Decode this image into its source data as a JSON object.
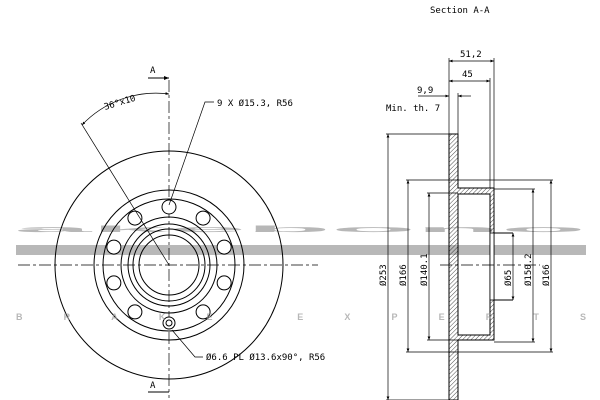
{
  "watermark": {
    "logo": "akebono",
    "tagline": "BRAKE EXPERTS"
  },
  "front_view": {
    "section_marker_top": "A",
    "section_marker_bottom": "A",
    "angle_label": "36°x10",
    "bolt_holes_callout": "9 X Ø15.3, R56",
    "screw_hole_callout": "Ø6.6 PL Ø13.6x90°, R56"
  },
  "section_view": {
    "title": "Section A-A",
    "dims": {
      "total_height": "51,2",
      "hat_height": "45",
      "thickness": "9,9",
      "min_thickness": "Min. th. 7",
      "outer_diameter": "Ø253",
      "hat_diameter_left": "Ø166",
      "inner_diameter": "Ø140.1",
      "center_bore": "Ø65",
      "hat_inner_diameter": "Ø150.2",
      "hat_diameter_right": "Ø166"
    }
  }
}
